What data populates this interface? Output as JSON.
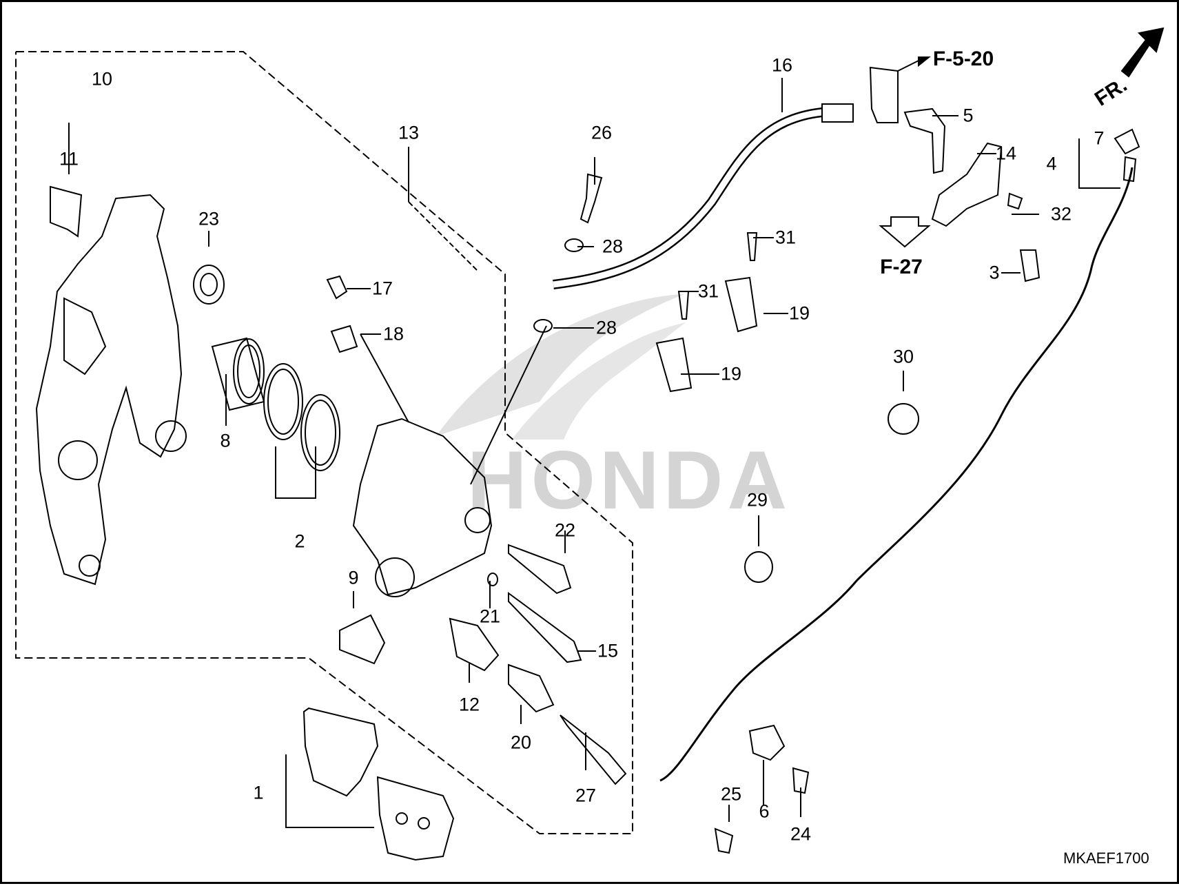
{
  "diagram": {
    "code": "MKAEF1700",
    "front_marker": "FR.",
    "watermark": "HONDA",
    "refs": {
      "a": "F-5-20",
      "b": "F-27"
    },
    "callouts": [
      "1",
      "2",
      "3",
      "4",
      "5",
      "6",
      "7",
      "8",
      "9",
      "10",
      "11",
      "12",
      "13",
      "14",
      "15",
      "16",
      "17",
      "18",
      "19",
      "19",
      "20",
      "21",
      "22",
      "23",
      "24",
      "25",
      "26",
      "27",
      "28",
      "28",
      "29",
      "30",
      "31",
      "31",
      "32"
    ]
  }
}
